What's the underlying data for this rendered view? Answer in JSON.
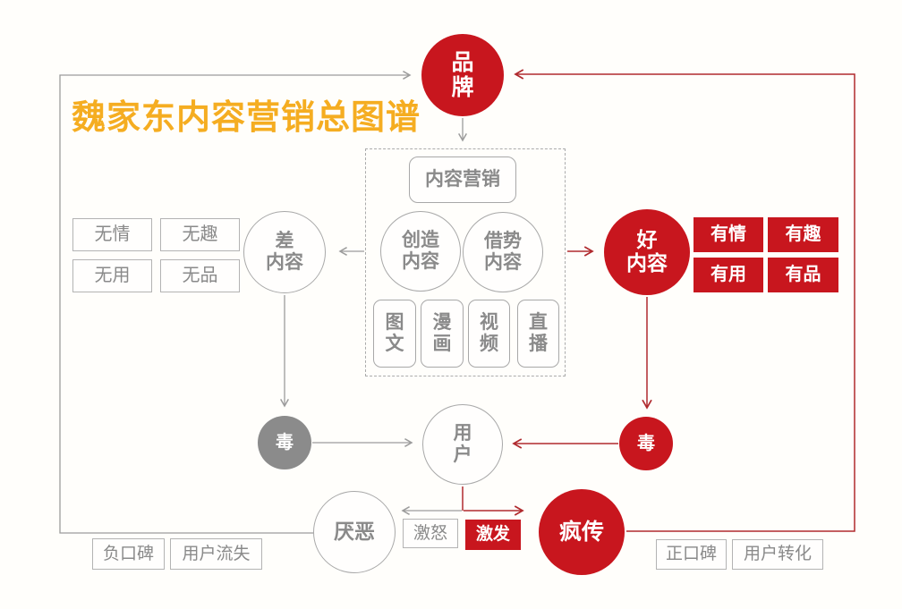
{
  "title": "魏家东内容营销总图谱",
  "diagram": {
    "brand": "品\n牌",
    "center": {
      "content_marketing": "内容营销",
      "create_content": "创造\n内容",
      "leverage_content": "借势\n内容",
      "formats": [
        "图\n文",
        "漫\n画",
        "视\n频",
        "直\n播"
      ]
    },
    "left": {
      "bad_content": "差\n内容",
      "tags": [
        "无情",
        "无趣",
        "无用",
        "无品"
      ],
      "poison": "毒",
      "disgust": "厌恶",
      "anger": "激怒",
      "outcomes": [
        "负口碑",
        "用户流失"
      ]
    },
    "right": {
      "good_content": "好\n内容",
      "tags": [
        "有情",
        "有趣",
        "有用",
        "有品"
      ],
      "poison": "毒",
      "viral": "疯传",
      "inspire": "激发",
      "outcomes": [
        "正口碑",
        "用户转化"
      ]
    },
    "user": "用\n户"
  },
  "colors": {
    "accent_red": "#C8161E",
    "connector_red": "#B02A2E",
    "connector_gray": "#9C9C9C",
    "text_gray": "#8A8A8A",
    "title_yellow": "#F5AD21"
  }
}
